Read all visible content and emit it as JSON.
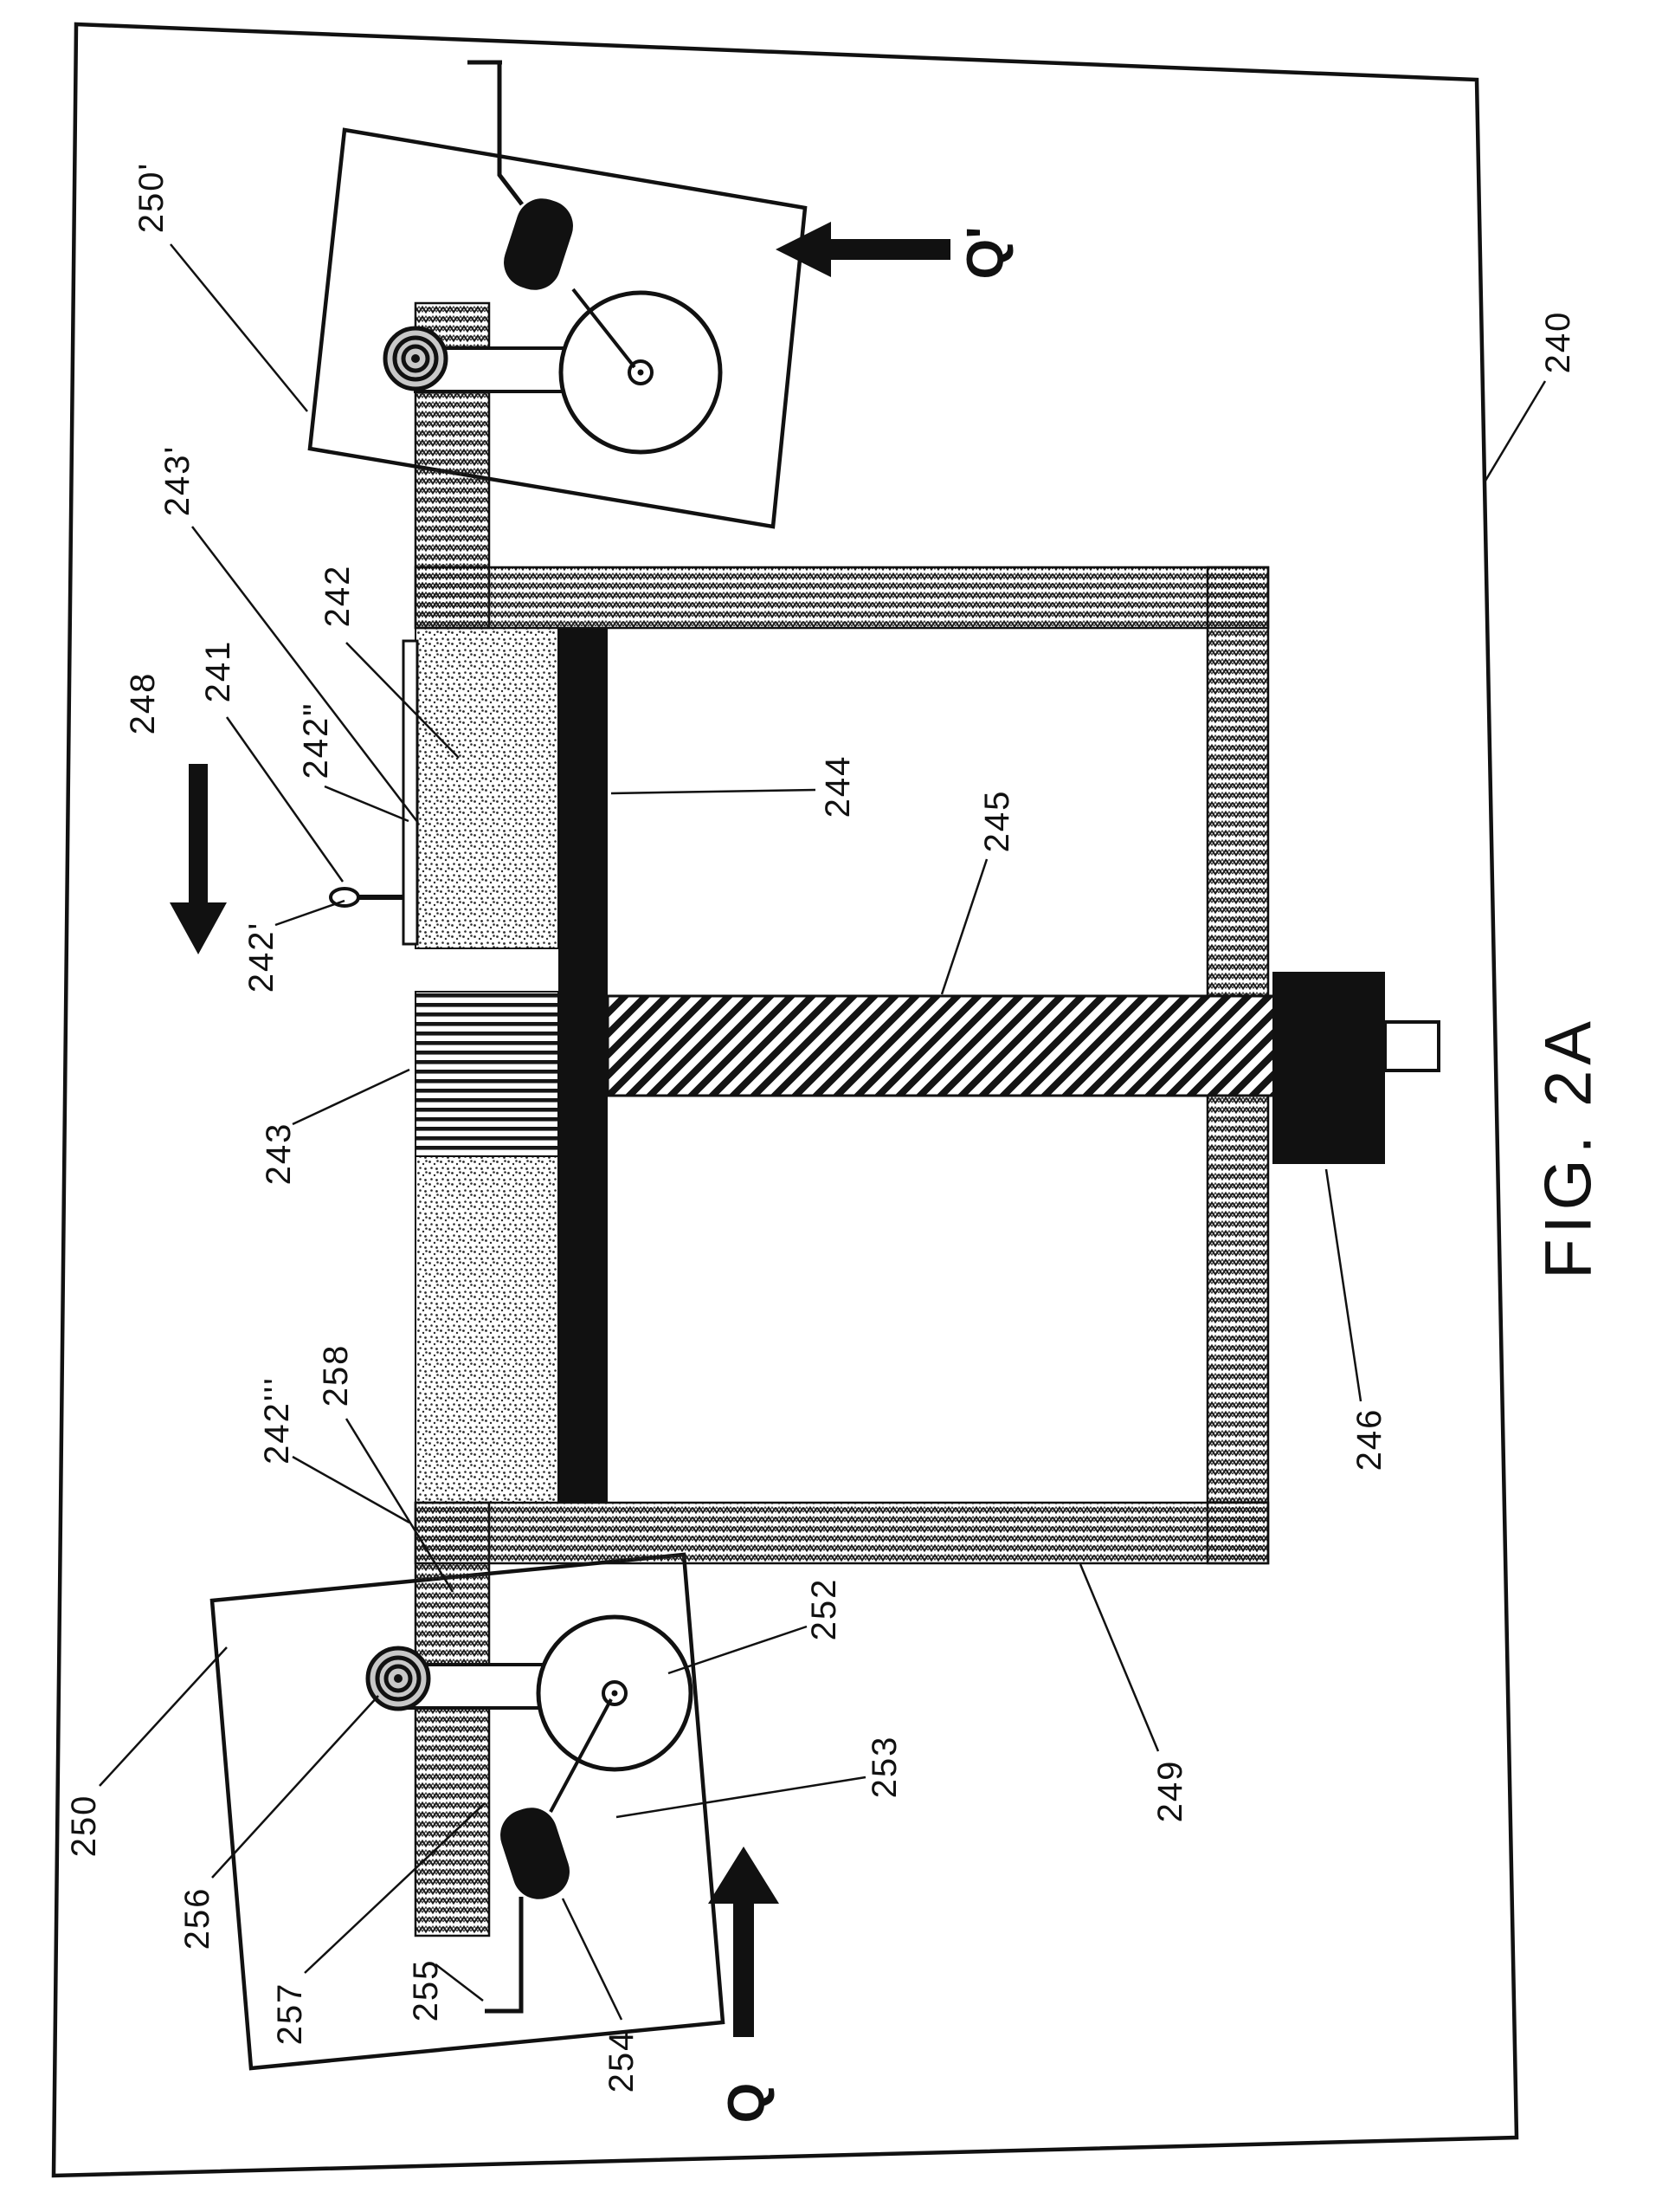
{
  "figure": {
    "caption": "FIG. 2A",
    "labels": {
      "n240": "240",
      "n241": "241",
      "n242": "242",
      "n242_p": "242'",
      "n242_pp": "242\"",
      "n242_ppp": "242'''",
      "n243": "243",
      "n243_p": "243'",
      "n244": "244",
      "n245": "245",
      "n246": "246",
      "n248": "248",
      "n249": "249",
      "n250": "250",
      "n250_p": "250'",
      "n252": "252",
      "n253": "253",
      "n254": "254",
      "n255": "255",
      "n256": "256",
      "n257": "257",
      "n258": "258",
      "q_in": "Q",
      "q_out": "Q'"
    }
  }
}
